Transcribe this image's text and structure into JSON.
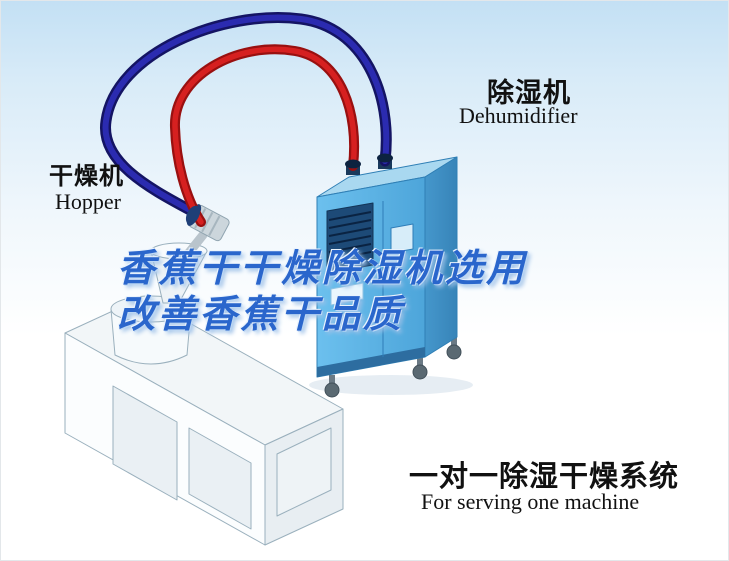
{
  "labels": {
    "hopper": {
      "zh": "干燥机",
      "en": "Hopper"
    },
    "dehumidifier": {
      "zh": "除湿机",
      "en": "Dehumidifier"
    }
  },
  "headline": {
    "line1": "香蕉干干燥除湿机选用",
    "line2": "改善香蕉干品质",
    "color": "#2a66cc"
  },
  "caption": {
    "zh": "一对一除湿干燥系统",
    "en": "For serving one machine"
  },
  "colors": {
    "background_top": "#c3e0f4",
    "background_bottom": "#ffffff",
    "dehumidifier_body": "#57b0e4",
    "dehumidifier_side": "#3e92c8",
    "dehumidifier_top": "#a9d8f0",
    "vent_grille": "#1d4a77",
    "tube_blue": "#1c1c7e",
    "tube_red": "#cc1a1a",
    "machine_body": "#fafcfd",
    "machine_outline": "#9ab0bd"
  },
  "illustration": {
    "dehumidifier_unit": "industrial dehumidifier cabinet with vent grille and casters",
    "hopper_machine": "hopper dryer mounted on production machine",
    "blue_tube": "dark blue air hose",
    "red_tube": "red air hose"
  }
}
